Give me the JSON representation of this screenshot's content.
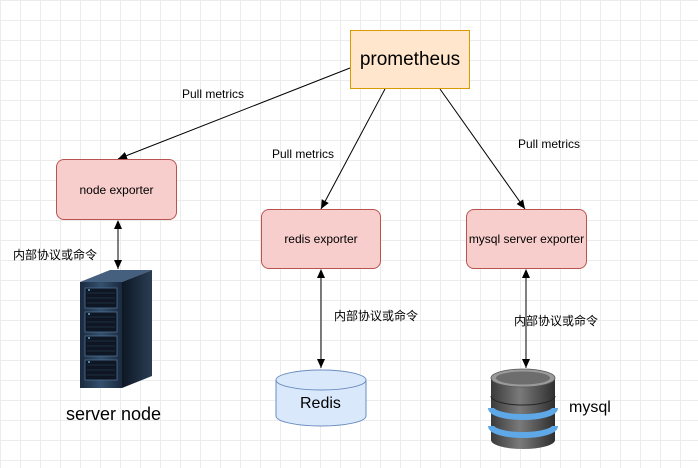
{
  "prometheus": "prometheus",
  "exporters": {
    "node": "node exporter",
    "redis": "redis exporter",
    "mysql": "mysql server exporter"
  },
  "edge_labels": {
    "pull_node": "Pull  metrics",
    "pull_redis": "Pull  metrics",
    "pull_mysql": "Pull  metrics",
    "proto_node": "内部协议或命令",
    "proto_redis": "内部协议或命令",
    "proto_mysql": "内部协议或命令"
  },
  "targets": {
    "server": "server  node",
    "redis": "Redis",
    "mysql": "mysql"
  },
  "colors": {
    "prometheus_fill": "#ffe6cc",
    "prometheus_stroke": "#d79b00",
    "exporter_fill": "#f8cecc",
    "exporter_stroke": "#b85450",
    "redis_fill": "#dae8fc",
    "redis_stroke": "#6c8ebf"
  },
  "icons": [
    "server-rack-icon",
    "database-cylinder-icon",
    "mysql-database-icon"
  ]
}
